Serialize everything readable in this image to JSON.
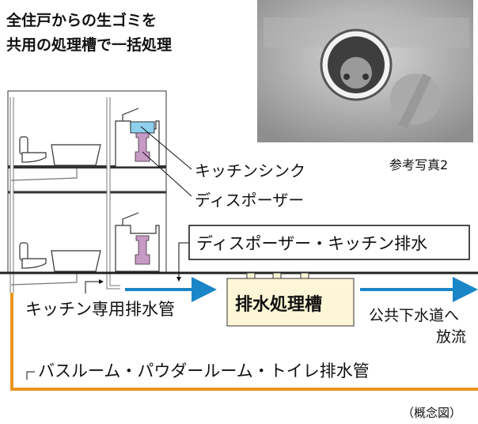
{
  "title": {
    "line1": "全住戸からの生ゴミを",
    "line2": "共用の処理槽で一括処理"
  },
  "photo_caption": "参考写真2",
  "labels": {
    "kitchen_sink": "キッチンシンク",
    "disposer": "ディスポーザー",
    "disposer_drain": "ディスポーザー・キッチン排水",
    "kitchen_pipe": "キッチン専用排水管",
    "tank": "排水処理槽",
    "sewer_line1": "公共下水道へ",
    "sewer_line2": "放流",
    "bath_pipe": "バスルーム・パウダールーム・トイレ排水管",
    "concept": "（概念図）"
  },
  "colors": {
    "blue_arrow": "#1a86c8",
    "orange_pipe": "#e8961e",
    "tank_fill": "#fdf6d6",
    "sink_water": "#8fd0ee",
    "disposer": "#c79ac6"
  }
}
